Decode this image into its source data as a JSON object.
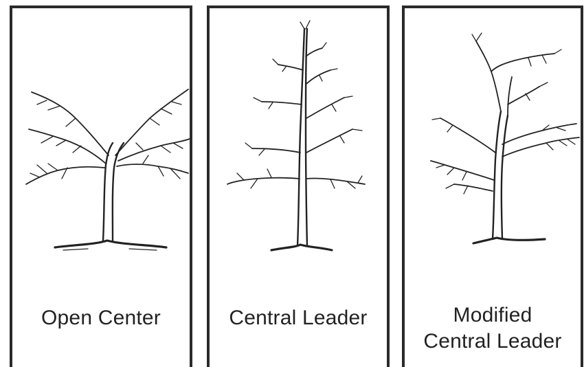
{
  "panels": [
    {
      "caption_line1": "Open Center",
      "caption_line2": "",
      "icon": "open-center-tree-icon"
    },
    {
      "caption_line1": "Central Leader",
      "caption_line2": "",
      "icon": "central-leader-tree-icon"
    },
    {
      "caption_line1": "Modified",
      "caption_line2": "Central Leader",
      "icon": "modified-central-leader-tree-icon"
    }
  ]
}
